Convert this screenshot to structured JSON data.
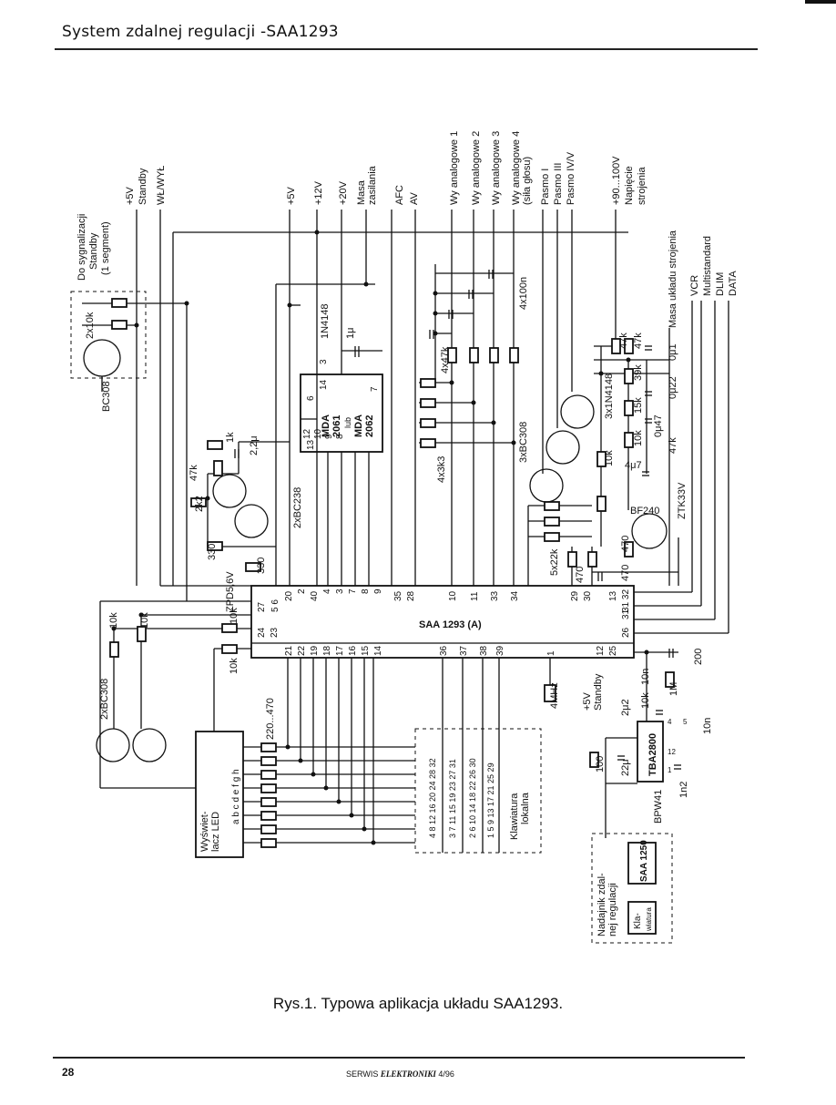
{
  "header": {
    "title": "System zdalnej regulacji -SAA1293"
  },
  "caption": "Rys.1. Typowa aplikacja układu SAA1293.",
  "footer": {
    "page": "28",
    "mag_prefix": "SERWIS",
    "mag_name": "ELEKTRONIKI",
    "issue": "4/96"
  },
  "ic_main": {
    "name": "SAA 1293 (A)",
    "crystal": "4MHz"
  },
  "ic_mda": {
    "l1": "MDA",
    "l2": "2061",
    "l3": "lub",
    "l4": "MDA",
    "l5": "2062"
  },
  "ic_tba": {
    "name": "TBA2800"
  },
  "ic_saa1250": {
    "name": "SAA 1250"
  },
  "top_labels": {
    "sig": "Do sygnalizacji",
    "sig2": "Standby",
    "sig3": "(1 segment)",
    "p5": "+5V",
    "standby": "Standby",
    "wlwyl": "WŁ/WYŁ",
    "p5b": "+5V",
    "p12": "+12V",
    "p20": "+20V",
    "masa": "Masa",
    "zas": "zasilania",
    "afc": "AFC",
    "av": "AV",
    "wy1": "Wy analogowe 1",
    "wy2": "Wy analogowe 2",
    "wy3": "Wy analogowe 3",
    "wy4": "Wy analogowe 4",
    "wy4b": "(siła głosu)",
    "pas1": "Pasmo   I",
    "pas2": "Pasmo   III",
    "pas3": "Pasmo   IV/V",
    "v90": "+90...100V",
    "nap": "Napięcie",
    "str": "strojenia",
    "masa_str": "Masa układu strojenia",
    "vcr": "VCR",
    "multi": "Multistandard",
    "dlim": "DLIM",
    "data": "DATA"
  },
  "components": {
    "bc308": "BC308",
    "r2x10k": "2x10k",
    "d1n4148": "1N4148",
    "c1u": "1μ",
    "r47k": "47k",
    "r2k2": "2k2",
    "r1k": "1k",
    "c22": "2,2μ",
    "bc238": "2xBC238",
    "r330a": "330",
    "r330b": "330",
    "zpd": "ZPD5,6V",
    "r4x47k": "4x47k",
    "r4x3k3": "4x3k3",
    "c4x100n": "4x100n",
    "bc308x3": "3xBC308",
    "r5x22k": "5x22k",
    "d3x": "3x1N4148",
    "r470a": "470",
    "r470b": "470",
    "r470c": "470",
    "r47k2": "47k",
    "r47k3": "47k",
    "r39k": "39k",
    "r15k": "15k",
    "r10k": "10k",
    "r10k2": "10k",
    "c0u1": "0μ1",
    "c0u22": "0μ22",
    "c0u47": "0μ47",
    "r47k4": "47k",
    "c4u7": "4μ7",
    "bf240": "BF240",
    "ztk": "ZTK33V",
    "r10ka": "10k",
    "r10kb": "10k",
    "r10kc": "10k",
    "r10kd": "10k",
    "bc2x": "2xBC308",
    "r220": "220...470",
    "c200": "200",
    "r1m": "1M",
    "p5c": "+5V",
    "stb": "Standby",
    "r10k3": "10k",
    "c10n": "10n",
    "c2u2": "2μ2",
    "r100": "100",
    "c22u": "22μ",
    "bpw": "BPW41",
    "c1n2": "1n2",
    "c10n2": "10n",
    "c4": "4",
    "c12": "12",
    "c5": "5",
    "c1": "1"
  },
  "pins": {
    "m27": "27",
    "m56": "5 6",
    "m20": "20",
    "m2": "2",
    "m40": "40",
    "m4": "4",
    "m3": "3",
    "m7": "7",
    "m8": "8",
    "m9": "9",
    "m35": "35",
    "m28": "28",
    "m10": "10",
    "m11": "11",
    "m33": "33",
    "m34": "34",
    "m29": "29",
    "m30": "30",
    "m13": "13",
    "m32": "31 32",
    "b24": "24",
    "b23": "23",
    "b21": "21",
    "b22": "22",
    "b19": "19",
    "b18": "18",
    "b17": "17",
    "b16": "16",
    "b15": "15",
    "b14": "14",
    "b36": "36",
    "b37": "37",
    "b38": "38",
    "b39": "39",
    "b1": "1",
    "b12": "12",
    "b25": "25",
    "b26": "26",
    "bb31": "31",
    "mda6": "6",
    "mda14": "14",
    "mda3": "3",
    "mda13": "13",
    "mda12": "12",
    "mda10": "10",
    "mda9": "9",
    "mda8": "8",
    "mda7": "7"
  },
  "display": {
    "l1": "Wyświet-",
    "l2": "lacz LED",
    "segs": "a b c d e f g h"
  },
  "keyboard": {
    "l1": "Klawiatura",
    "l2": "lokalna",
    "rows": [
      "4 8 12 16 20 24 28 32",
      "3 7 11 15 19 23 27 31",
      "2 6 10 14 18 22 26 30",
      "1 5 9 13 17 21 25 29"
    ]
  },
  "transmitter": {
    "l1": "Nadajnik zdal-",
    "l2": "nej regulacji",
    "kla": "Kla-",
    "wia": "wiatura"
  }
}
